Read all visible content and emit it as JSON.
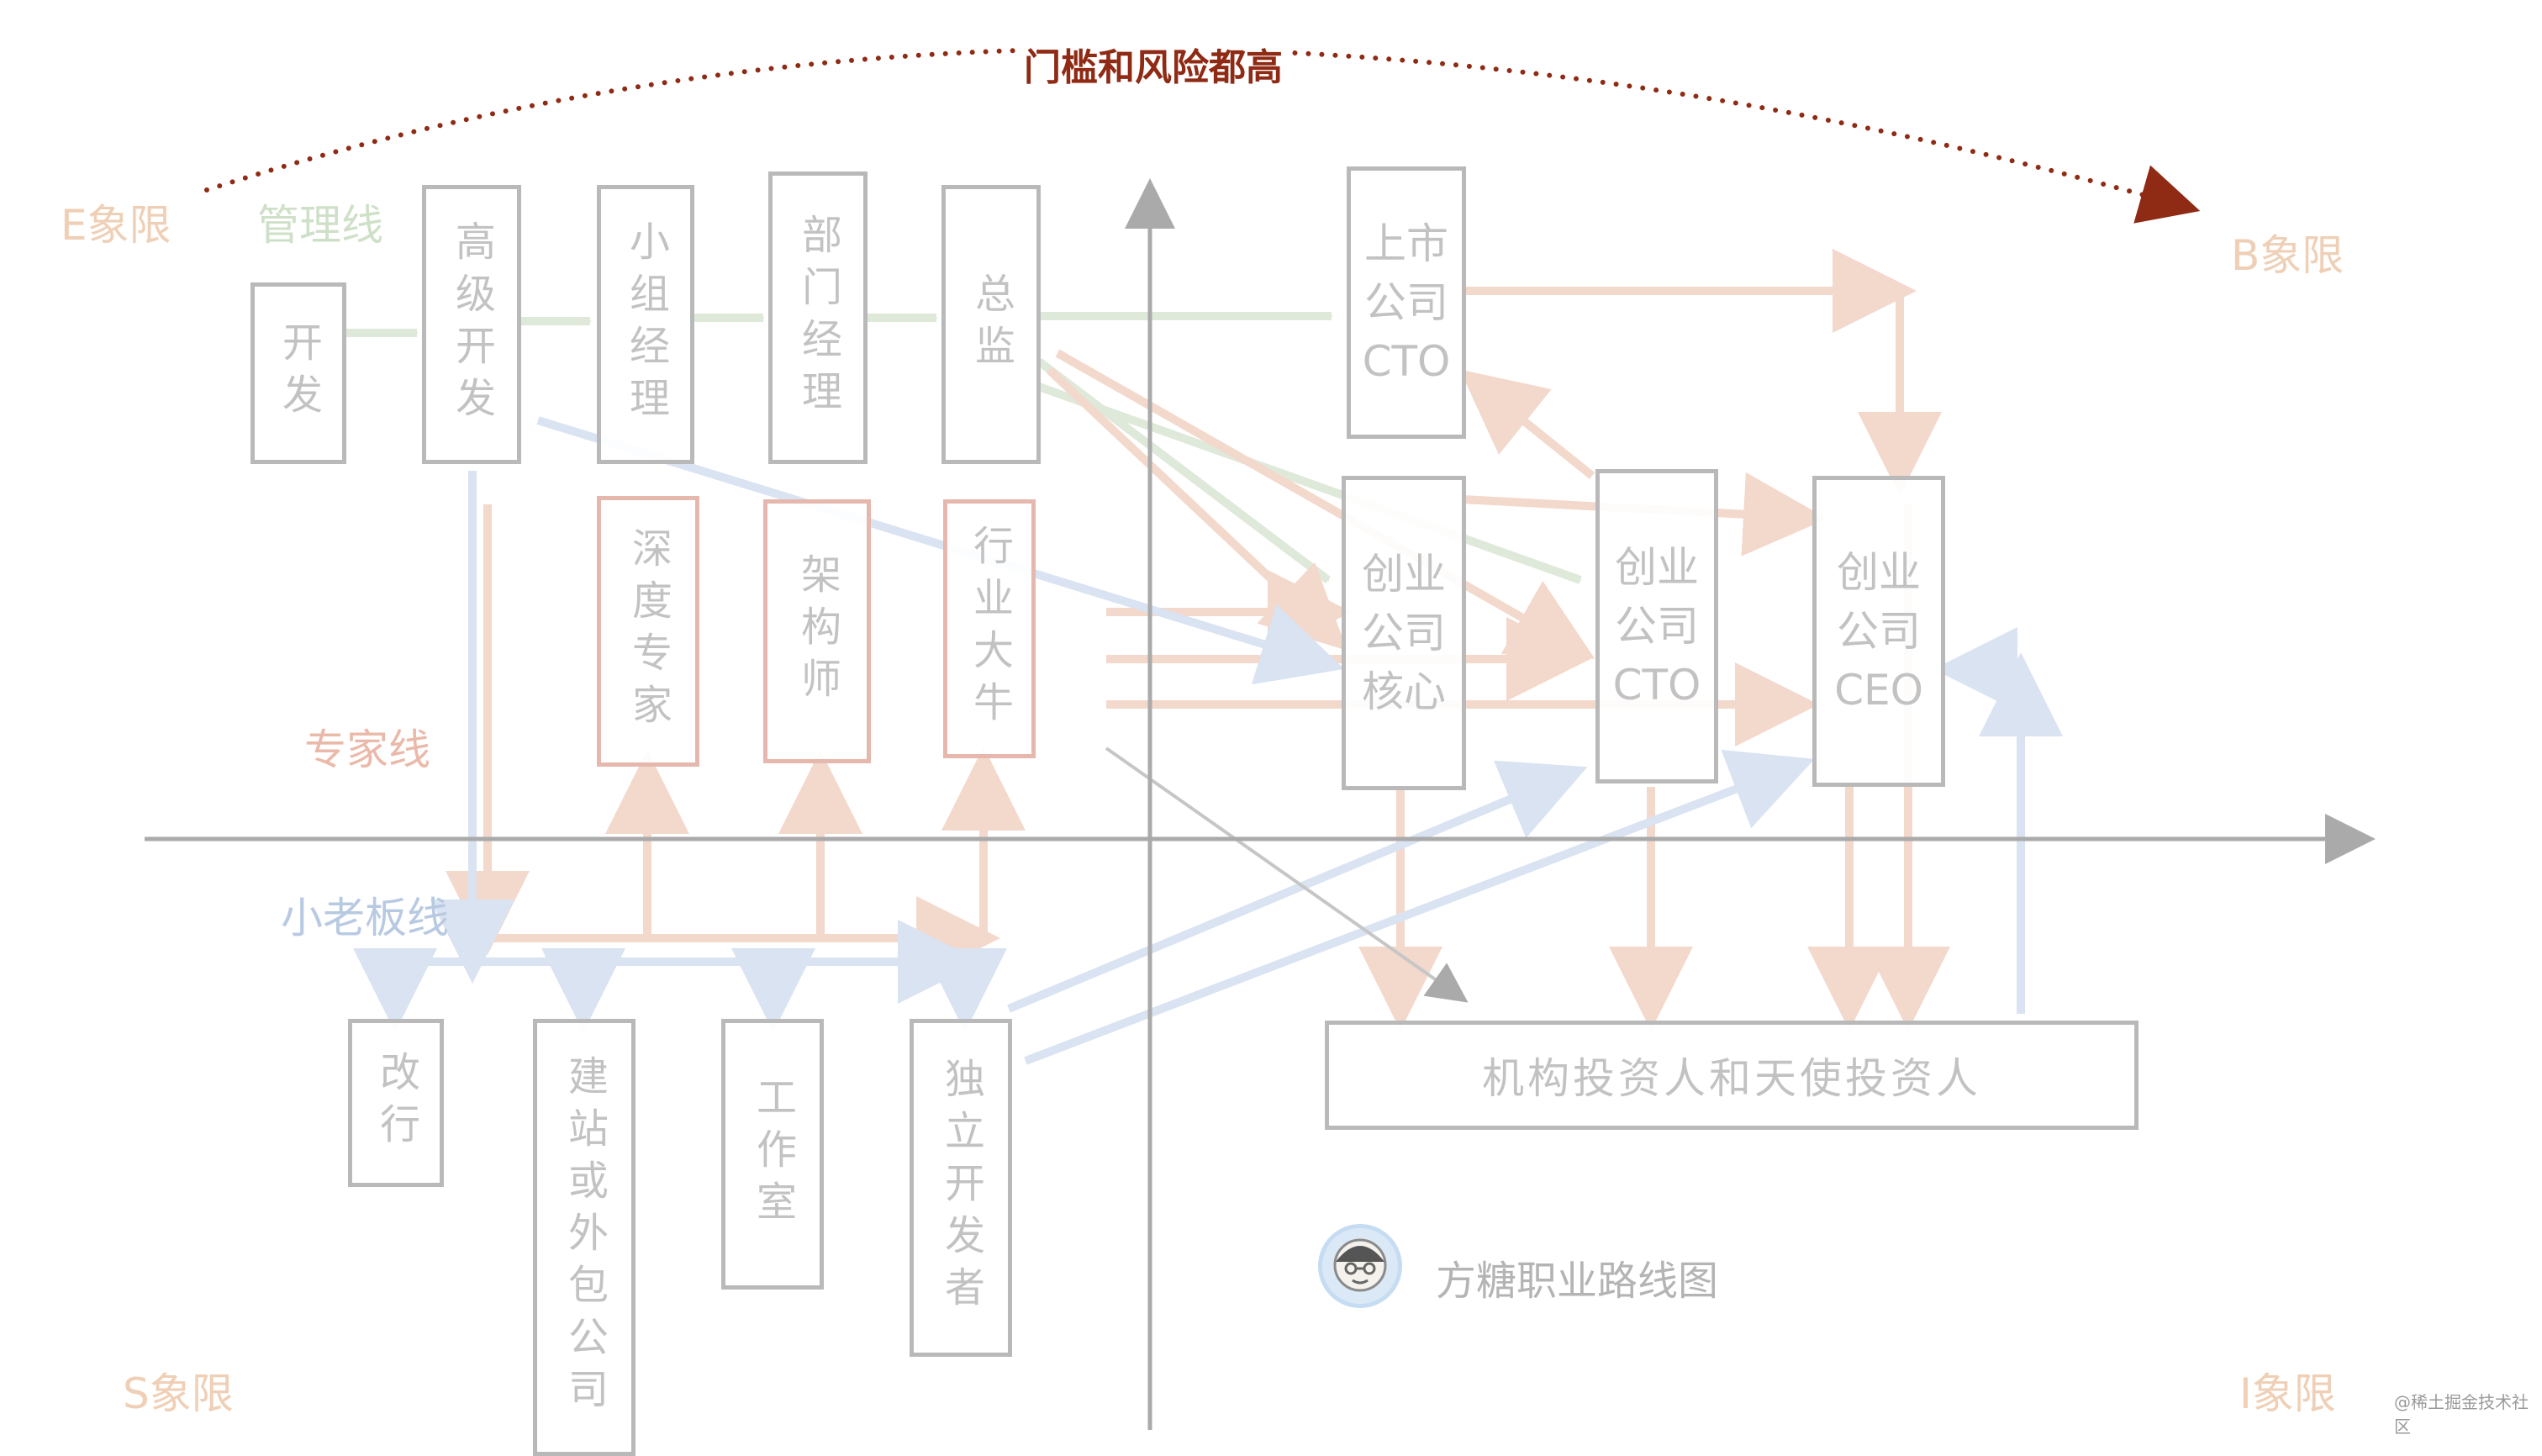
{
  "headline": "门槛和风险都高",
  "quadrants": {
    "e": "E象限",
    "b": "B象限",
    "s": "S象限",
    "i": "I象限"
  },
  "lanes": {
    "management": "管理线",
    "expert": "专家线",
    "boss": "小老板线"
  },
  "nodes": {
    "dev": "开发",
    "senior_dev": "高级开发",
    "team_manager": "小组经理",
    "dept_manager": "部门经理",
    "director": "总监",
    "deep_expert": "深度专家",
    "architect": "架构师",
    "industry_star": "行业大牛",
    "career_change": "改行",
    "website_outsourcing": "建站或外包公司",
    "studio": "工作室",
    "indie_dev": "独立开发者",
    "listed_cto": "上市\n公司\nCTO",
    "startup_core": "创业\n公司\n核心",
    "startup_cto": "创业\n公司\nCTO",
    "startup_ceo": "创业\n公司\nCEO",
    "investors": "机构投资人和天使投资人"
  },
  "brand": {
    "name": "方糖职业路线图",
    "avatar": "avatar-icon"
  },
  "watermark": "@稀土掘金技术社区",
  "colors": {
    "axis": "#aaaaaa",
    "box_border": "#b9b9b9",
    "expert_border": "#e5b7ad",
    "headline": "#8f2a14",
    "quadrant_label": "#efcfb5",
    "management_line": "#cfe0c8",
    "expert_line": "#eab9a9",
    "boss_line": "#b8c9e2"
  }
}
